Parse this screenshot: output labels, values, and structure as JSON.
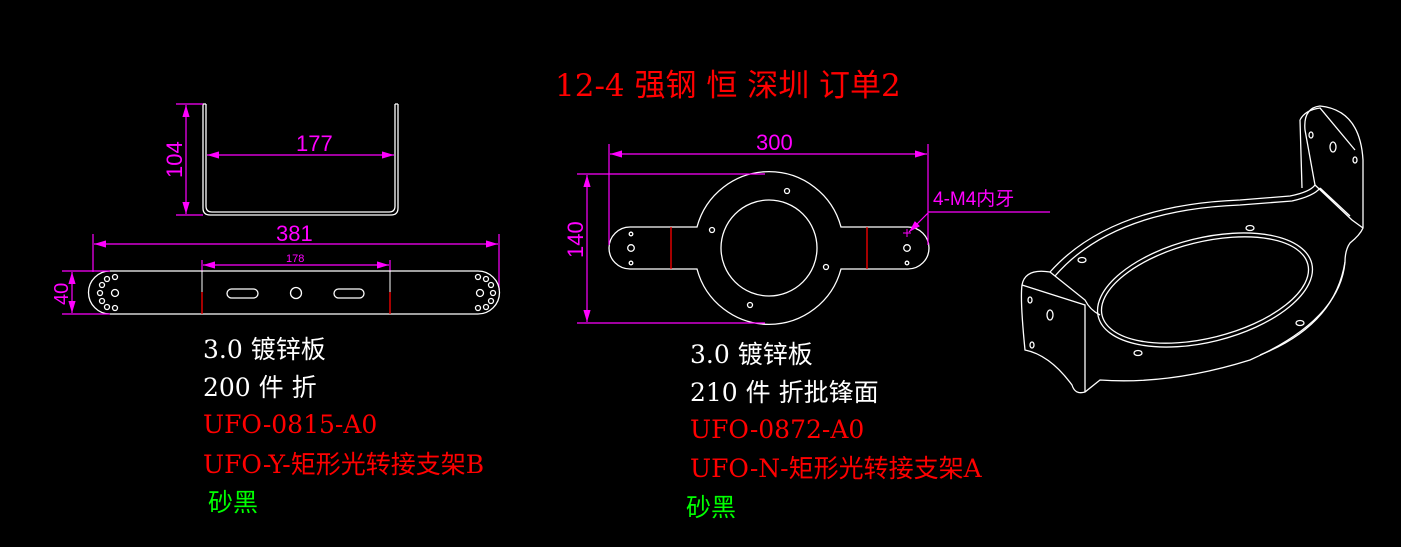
{
  "title": "12-4 强钢 恒 深圳 订单2",
  "colors": {
    "background": "#000000",
    "outline": "#ffffff",
    "dimension": "#ff00ff",
    "red_text": "#ff0000",
    "green_text": "#00ff00"
  },
  "part_b": {
    "dims": {
      "height": "104",
      "inner_width": "177",
      "length": "381",
      "bend_span": "178",
      "width": "40"
    },
    "notes": [
      "3.0 镀锌板",
      "200 件 折",
      "UFO-0815-A0",
      "UFO-Y-矩形光转接支架B",
      "砂黑"
    ]
  },
  "part_a": {
    "dims": {
      "length": "300",
      "height": "140",
      "thread_callout": "4-M4内牙"
    },
    "notes": [
      "3.0 镀锌板",
      "210 件 折批锋面",
      "UFO-0872-A0",
      "UFO-N-矩形光转接支架A",
      "砂黑"
    ]
  }
}
